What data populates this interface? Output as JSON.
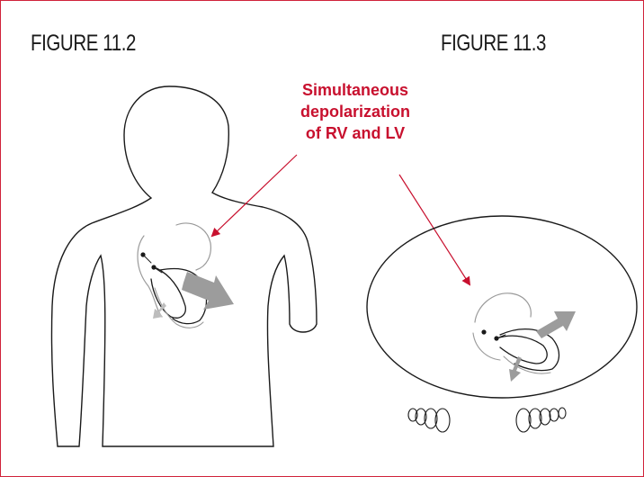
{
  "figures": {
    "left_label": "FIGURE 11.2",
    "right_label": "FIGURE 11.3"
  },
  "annotation": {
    "lines": [
      "Simultaneous",
      "depolarization",
      "of RV and LV"
    ],
    "color": "#c8102e"
  },
  "colors": {
    "frame_border": "#d0223a",
    "outline": "#1a1a1a",
    "heart_light": "#9a9a9a",
    "vector_arrow": "#9c9c9c"
  }
}
